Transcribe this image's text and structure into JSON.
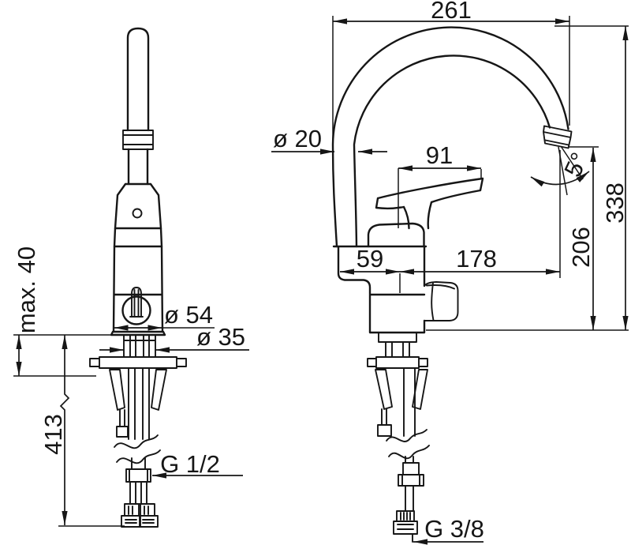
{
  "figure": {
    "kind": "technical-dimension-drawing",
    "subject": "single-lever kitchen mixer faucet, front view and side view",
    "line_color": "#161616",
    "background_color": "#ffffff"
  },
  "dims": {
    "spout_width_top": "261",
    "spout_tube_diameter": "ø 20",
    "lever_length": "91",
    "outlet_angle": "5°",
    "total_height": "338",
    "outlet_height": "206",
    "body_offset": "59",
    "outlet_reach": "178",
    "body_diameter": "ø 54",
    "shank_diameter": "ø 35",
    "deck_thickness": "max. 40",
    "hose_length": "413",
    "supply_thread": "G 1/2",
    "dishwasher_thread": "G 3/8"
  }
}
